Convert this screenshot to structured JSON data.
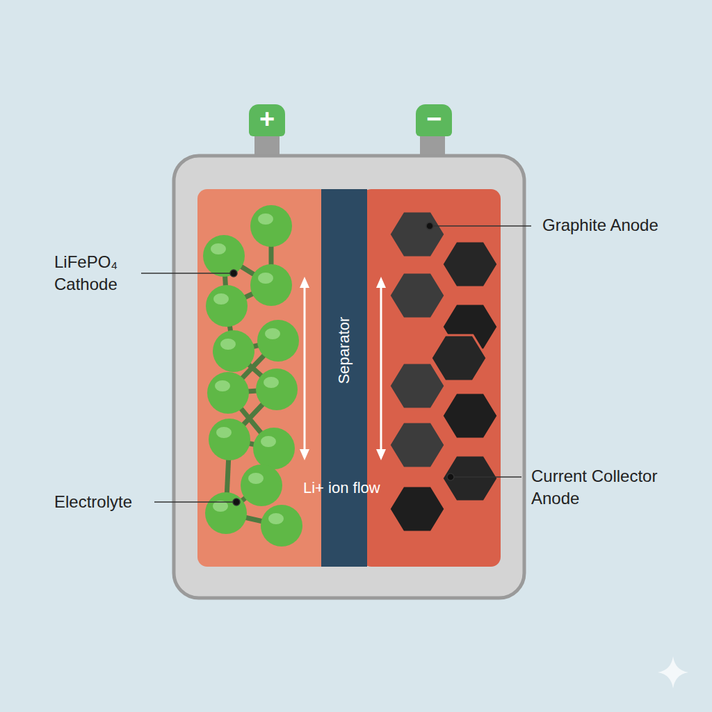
{
  "diagram": {
    "nodes": [
      {
        "text": [
          "+"
        ]
      },
      {
        "text": [
          "−"
        ]
      },
      {
        "text": [
          "Separator"
        ]
      }
    ],
    "labels": [
      "Graphite Anode",
      "LiFePO₄ Cathode",
      "Li+ ion flow",
      "Electrolyte",
      "Current Collector Anode"
    ]
  }
}
